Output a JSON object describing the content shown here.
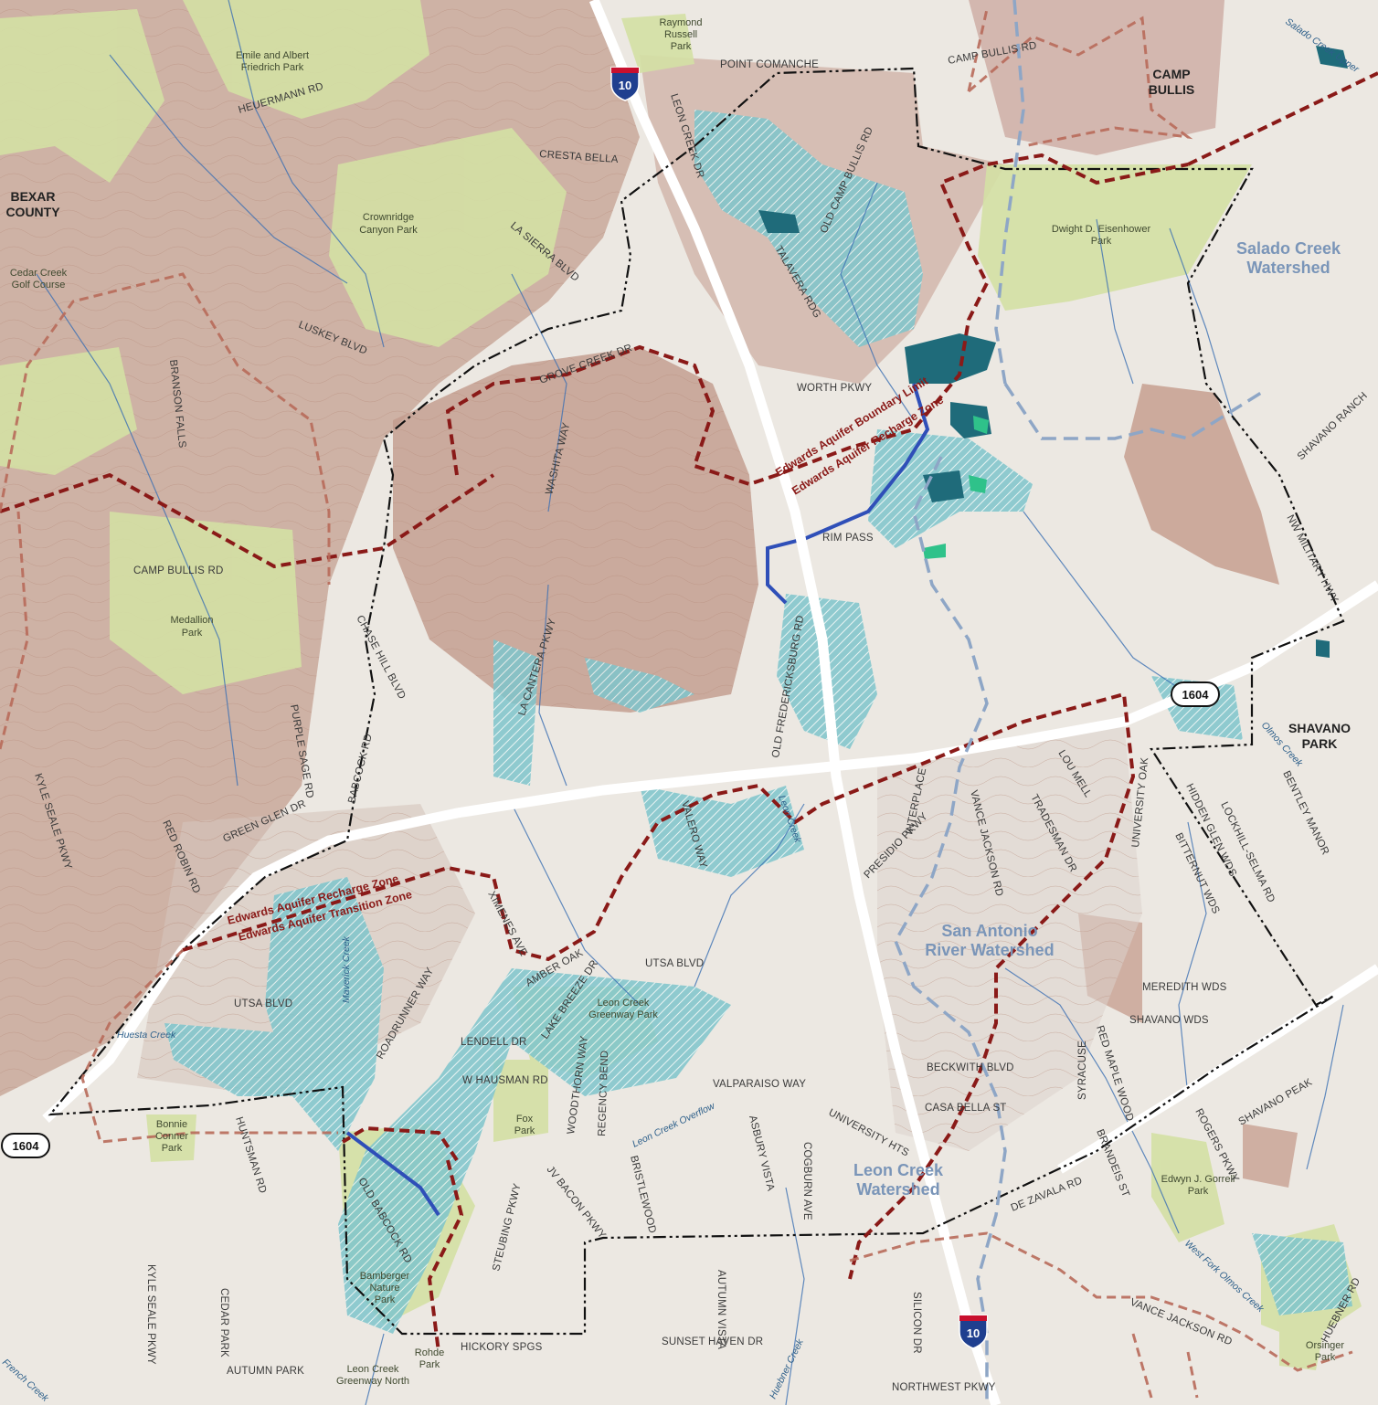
{
  "areas": {
    "bexar_county": [
      "BEXAR",
      "COUNTY"
    ],
    "camp_bullis": "CAMP BULLIS",
    "shavano_park": [
      "SHAVANO",
      "PARK"
    ]
  },
  "parks": {
    "friedrich": [
      "Emile and Albert",
      "Friedrich Park"
    ],
    "raymond_russell": [
      "Raymond",
      "Russell",
      "Park"
    ],
    "crownridge": [
      "Crownridge",
      "Canyon Park"
    ],
    "cedar_creek": [
      "Cedar Creek",
      "Golf Course"
    ],
    "medallion": [
      "Medallion",
      "Park"
    ],
    "eisenhower": [
      "Dwight D. Eisenhower",
      "Park"
    ],
    "leon_greenway": [
      "Leon Creek",
      "Greenway Park"
    ],
    "fox": [
      "Fox",
      "Park"
    ],
    "bonnie_conner": [
      "Bonnie",
      "Conner",
      "Park"
    ],
    "bamberger": [
      "Bamberger",
      "Nature",
      "Park"
    ],
    "rohde": [
      "Rohde",
      "Park"
    ],
    "leon_greenway_north": [
      "Leon Creek",
      "Greenway North"
    ],
    "gorrell": [
      "Edwyn J. Gorrell",
      "Park"
    ],
    "orsinger": [
      "Orsinger",
      "Park"
    ]
  },
  "watersheds": {
    "salado": [
      "Salado Creek",
      "Watershed"
    ],
    "san_antonio": [
      "San Antonio",
      "River Watershed"
    ],
    "leon": [
      "Leon Creek",
      "Watershed"
    ]
  },
  "aquifer": {
    "boundary_limit": "Edwards Aquifer Boundary Limit",
    "recharge_zone": "Edwards Aquifer Recharge Zone",
    "transition_zone": "Edwards Aquifer Transition Zone"
  },
  "highways": {
    "i10": "10",
    "loop1604": "1604"
  },
  "creeks": {
    "salado_upper": "Salado Creek Upper",
    "maverick": "Maverick Creek",
    "huesta": "Huesta Creek",
    "leon": "Leon Creek",
    "leon_overflow": "Leon Creek Overflow",
    "huebner": "Huebner Creek",
    "olmos": "Olmos Creek",
    "west_fork_olmos": "West Fork Olmos Creek",
    "french": "French Creek"
  },
  "roads": {
    "heuermann": "HEUERMANN RD",
    "point_comanche": "POINT COMANCHE",
    "camp_bullis_top": "CAMP BULLIS RD",
    "cresta_bella": "CRESTA BELLA",
    "leon_creek_dr": "LEON CREEK DR",
    "la_sierra": "LA SIERRA BLVD",
    "old_camp_bullis": "OLD CAMP BULLIS RD",
    "talavera": "TALAVERA RDG",
    "luskey": "LUSKEY BLVD",
    "branson_falls": "BRANSON FALLS",
    "grove_creek": "GROVE CREEK DR",
    "worth": "WORTH PKWY",
    "washita": "WASHITA WAY",
    "shavano_ranch": "SHAVANO RANCH",
    "rim_pass": "RIM PASS",
    "nw_military": "NW MILITARY HWY",
    "camp_bullis_left": "CAMP BULLIS RD",
    "la_cantera": "LA CANTERA PKWY",
    "old_fredericksburg": "OLD FREDERICKSBURG RD",
    "chase_hill": "CHASE HILL BLVD",
    "purple_sage": "PURPLE SAGE RD",
    "babcock": "BABCOCK RD",
    "kyle_seale_top": "KYLE SEALE PKWY",
    "red_robin": "RED ROBIN RD",
    "green_glen": "GREEN GLEN DR",
    "valero": "VALERO WAY",
    "interplace": "INTERPLACE",
    "vance_jackson_mid": "VANCE JACKSON RD",
    "lou_mell": "LOU MELL",
    "tradesman": "TRADESMAN DR",
    "university_oak": "UNIVERSITY OAK",
    "hidden_glen": "HIDDEN GLEN WDS",
    "bitternut": "BITTERNUT WDS",
    "lockhill_selma": "LOCKHILL-SELMA RD",
    "bentley_manor": "BENTLEY MANOR",
    "presidio": "PRESIDIO PKWY",
    "ximenes": "XIMENES AVE",
    "amber_oak": "AMBER OAK",
    "utsa_right": "UTSA BLVD",
    "utsa_left": "UTSA BLVD",
    "lake_breeze": "LAKE BREEZE DR",
    "roadrunner": "ROADRUNNER WAY",
    "lendell": "LENDELL DR",
    "w_hausman": "W HAUSMAN RD",
    "woodthorn": "WOODTHORN WAY",
    "regency_bend": "REGENCY BEND",
    "meredith": "MEREDITH WDS",
    "shavano_wds": "SHAVANO WDS",
    "beckwith": "BECKWITH BLVD",
    "red_maple": "RED MAPLE WOOD",
    "syracuse": "SYRACUSE",
    "brandeis": "BRANDEIS ST",
    "valparaiso": "VALPARAISO WAY",
    "casa_bella": "CASA BELLA ST",
    "huntsman": "HUNTSMAN RD",
    "asbury_vista": "ASBURY VISTA",
    "university_hts": "UNIVERSITY HTS",
    "cogburn": "COGBURN AVE",
    "bristlewood": "BRISTLEWOOD",
    "jv_bacon": "JV BACON PKWY",
    "steubing": "STEUBING PKWY",
    "old_babcock": "OLD BABCOCK RD",
    "de_zavala": "DE ZAVALA RD",
    "rogers": "ROGERS PKWY",
    "shavano_peak": "SHAVANO PEAK",
    "autumn_vista": "AUTUMN VISTA",
    "kyle_seale_bottom": "KYLE SEALE PKWY",
    "cedar_park": "CEDAR PARK",
    "hickory_spgs": "HICKORY SPGS",
    "sunset_haven": "SUNSET HAVEN DR",
    "silicon": "SILICON DR",
    "autumn_park": "AUTUMN PARK",
    "northwest_pkwy": "NORTHWEST PKWY",
    "vance_jackson_bottom": "VANCE JACKSON RD",
    "huebner_rd": "HUEBNER RD"
  },
  "colors": {
    "background": "#ece8e2",
    "terrain": "#c9a89a",
    "park_green": "#d4e0a4",
    "floodplain": "#6fb7c0",
    "water_dark": "#1f6b7a",
    "river_blue": "#2f4fb8",
    "aquifer_red": "#8a1a18",
    "watershed_blue": "#8ea6c6",
    "boundary_black": "#111111",
    "interstate_blue": "#1f3f8f",
    "interstate_red": "#c8102e"
  }
}
